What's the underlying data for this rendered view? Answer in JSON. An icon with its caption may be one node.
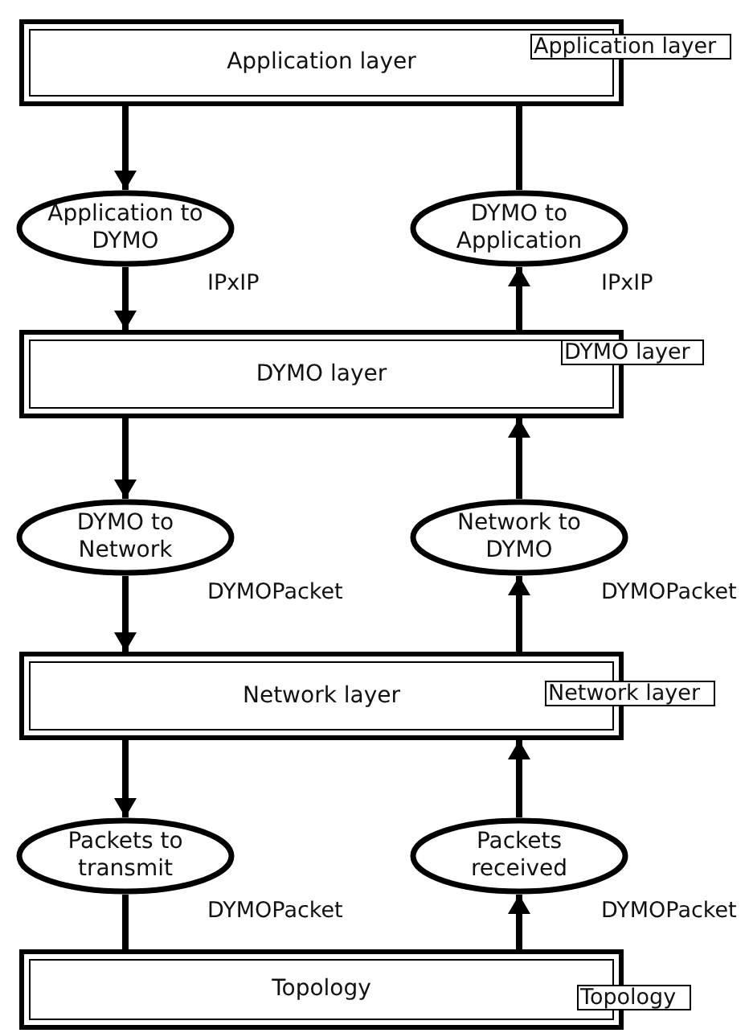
{
  "diagram": {
    "nodes": [
      {
        "text": [
          "Application layer"
        ],
        "beside": [
          "Application layer"
        ]
      },
      {
        "text": [
          "Application to DYMO"
        ],
        "beside": [
          "IPxIP"
        ]
      },
      {
        "text": [
          "DYMO to Application"
        ],
        "beside": [
          "IPxIP"
        ]
      },
      {
        "text": [
          "DYMO layer"
        ],
        "beside": [
          "DYMO layer"
        ]
      },
      {
        "text": [
          "DYMO to Network"
        ],
        "beside": [
          "DYMOPacket"
        ]
      },
      {
        "text": [
          "Network to DYMO"
        ],
        "beside": [
          "DYMOPacket"
        ]
      },
      {
        "text": [
          "Network layer"
        ],
        "beside": [
          "Network layer"
        ]
      },
      {
        "text": [
          "Packets to transmit"
        ],
        "beside": [
          "DYMOPacket"
        ]
      },
      {
        "text": [
          "Packets received"
        ],
        "beside": [
          "DYMOPacket"
        ]
      },
      {
        "text": [
          "Topology"
        ],
        "beside": [
          "Topology"
        ]
      }
    ],
    "edges": [
      {
        "from": 0,
        "to": 1,
        "arrow": "to"
      },
      {
        "from": 1,
        "to": 3,
        "arrow": "to"
      },
      {
        "from": 3,
        "to": 2,
        "arrow": "to"
      },
      {
        "from": 2,
        "to": 0,
        "arrow": "none"
      },
      {
        "from": 3,
        "to": 4,
        "arrow": "to"
      },
      {
        "from": 4,
        "to": 6,
        "arrow": "to"
      },
      {
        "from": 6,
        "to": 5,
        "arrow": "to"
      },
      {
        "from": 5,
        "to": 3,
        "arrow": "to"
      },
      {
        "from": 6,
        "to": 7,
        "arrow": "to"
      },
      {
        "from": 7,
        "to": 9,
        "arrow": "none"
      },
      {
        "from": 9,
        "to": 8,
        "arrow": "to"
      },
      {
        "from": 8,
        "to": 6,
        "arrow": "to"
      }
    ]
  }
}
